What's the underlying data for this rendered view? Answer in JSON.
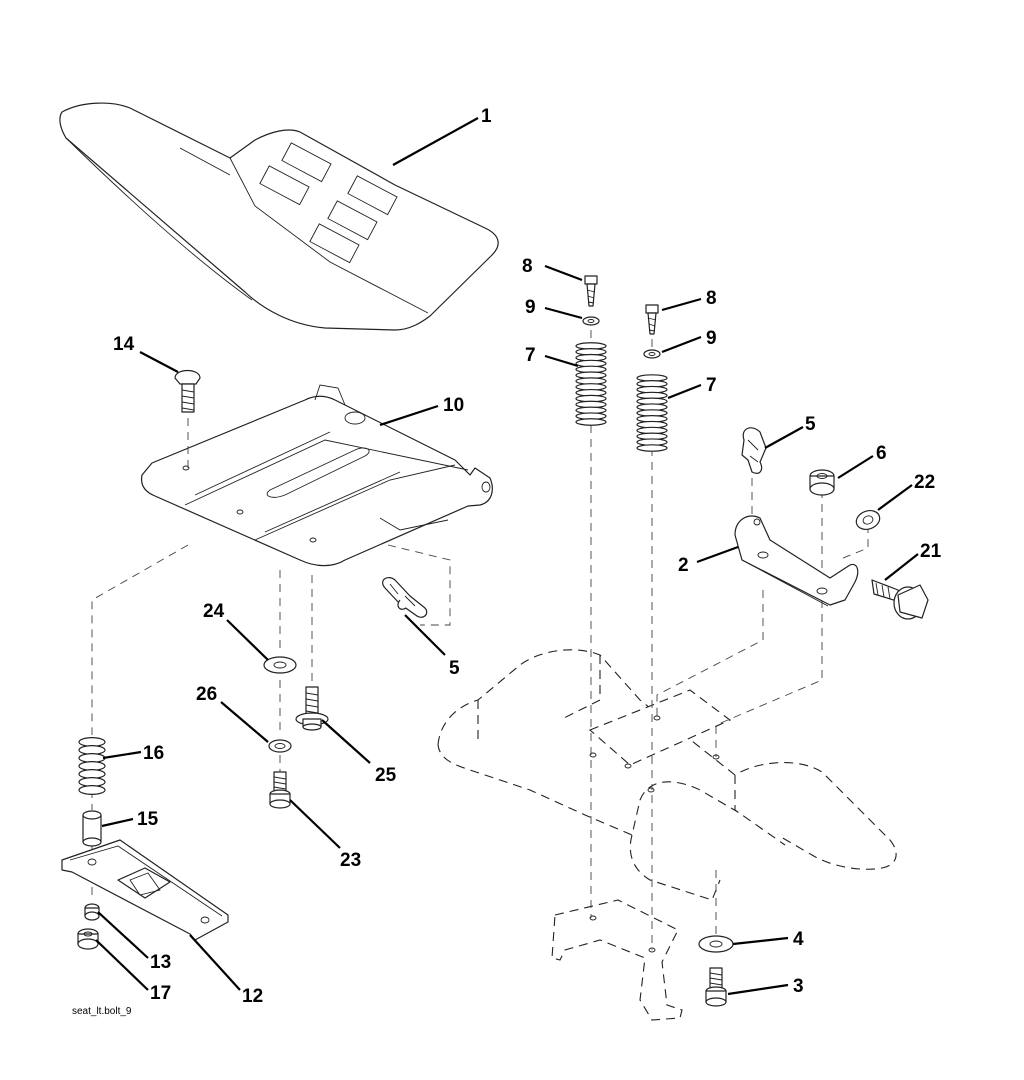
{
  "diagram": {
    "file_label": "seat_lt.bolt_9",
    "callouts": {
      "c1": "1",
      "c2": "2",
      "c3": "3",
      "c4": "4",
      "c5a": "5",
      "c5b": "5",
      "c6": "6",
      "c7a": "7",
      "c7b": "7",
      "c8a": "8",
      "c8b": "8",
      "c9a": "9",
      "c9b": "9",
      "c10": "10",
      "c12": "12",
      "c13": "13",
      "c14": "14",
      "c15": "15",
      "c16": "16",
      "c17": "17",
      "c21": "21",
      "c22": "22",
      "c23": "23",
      "c24": "24",
      "c25": "25",
      "c26": "26"
    }
  }
}
